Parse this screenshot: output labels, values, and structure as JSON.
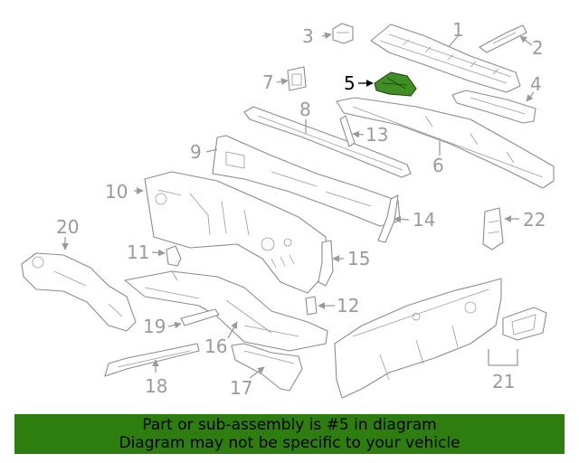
{
  "highlight_color": "#3f8f22",
  "banner_color": "#2e7d0f",
  "callouts": [
    {
      "id": "1",
      "label": "1"
    },
    {
      "id": "2",
      "label": "2"
    },
    {
      "id": "3",
      "label": "3"
    },
    {
      "id": "4",
      "label": "4"
    },
    {
      "id": "5",
      "label": "5",
      "highlighted": true
    },
    {
      "id": "6",
      "label": "6"
    },
    {
      "id": "7",
      "label": "7"
    },
    {
      "id": "8",
      "label": "8"
    },
    {
      "id": "9",
      "label": "9"
    },
    {
      "id": "10",
      "label": "10"
    },
    {
      "id": "11",
      "label": "11"
    },
    {
      "id": "12",
      "label": "12"
    },
    {
      "id": "13",
      "label": "13"
    },
    {
      "id": "14",
      "label": "14"
    },
    {
      "id": "15",
      "label": "15"
    },
    {
      "id": "16",
      "label": "16"
    },
    {
      "id": "17",
      "label": "17"
    },
    {
      "id": "18",
      "label": "18"
    },
    {
      "id": "19",
      "label": "19"
    },
    {
      "id": "20",
      "label": "20"
    },
    {
      "id": "21",
      "label": "21"
    },
    {
      "id": "22",
      "label": "22"
    }
  ],
  "banner": {
    "line1": "Part or sub-assembly is #5 in diagram",
    "line2": "Diagram may not be specific to your vehicle"
  }
}
